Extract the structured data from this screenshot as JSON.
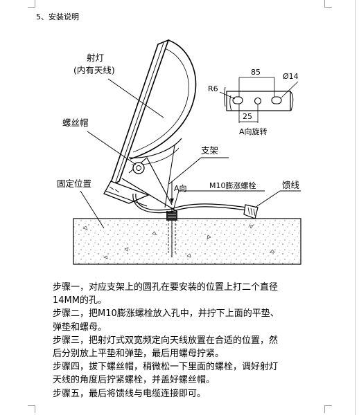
{
  "heading": "5、安装说明",
  "diagram": {
    "lamp_label_1": "射灯",
    "lamp_label_2": "(内有天线)",
    "cap_label": "螺丝帽",
    "bracket_label": "支架",
    "fixed_label": "固定位置",
    "a_dir_label": "A向",
    "bolt_label": "M10膨涨螺栓",
    "feeder_label": "馈线",
    "detail": {
      "r_label": "R6",
      "dim_85": "85",
      "dia_label": "Ø14",
      "dim_25": "25",
      "rotate_label": "A向旋转"
    }
  },
  "steps": [
    "步骤一，对应支架上的圆孔在要安装的位置上打二个直径",
    "14MM的孔。",
    "步骤二，把M10膨涨螺栓放入孔中，并拧下上面的平垫、",
    "弹垫和螺母。",
    "步骤三，把射灯式双宽频定向天线放置在合适的位置，然",
    "后分别放上平垫和弹垫，最后用螺母拧紧。",
    "步骤四，拔下螺丝帽，稍微松一下里面的螺栓，调好射灯",
    "天线的角度后拧紧螺栓，并盖好螺丝帽。",
    "步骤五，最后将馈线与电缆连接即可。"
  ]
}
